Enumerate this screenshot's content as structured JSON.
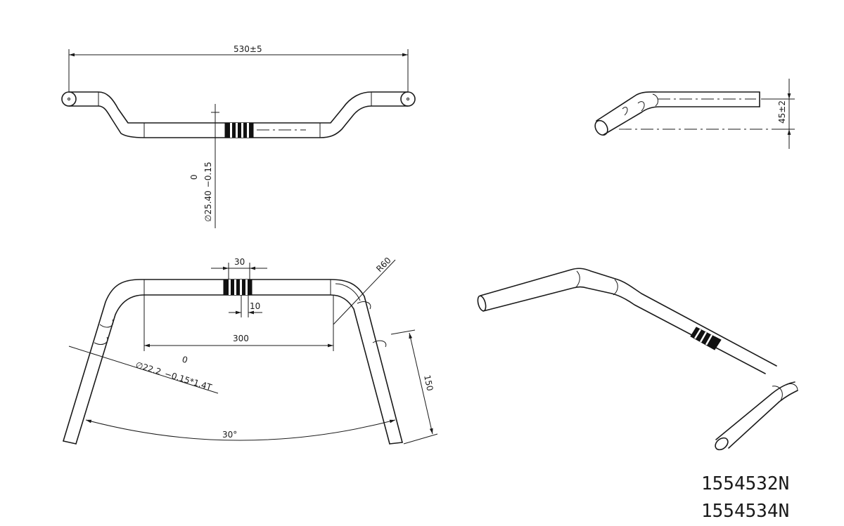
{
  "dimensions": {
    "overall_width": "530",
    "overall_width_tol": "±5",
    "clamp_dia": "∅25.40",
    "clamp_dia_tol_upper": "0",
    "clamp_dia_tol_lower": "−0.15",
    "rise": "45",
    "rise_tol": "±2",
    "knurl_width": "30",
    "ring_width": "10",
    "bend_radius": "R60",
    "flat_length": "300",
    "grip_dia": "∅22.2",
    "grip_dia_tol_upper": "0",
    "grip_dia_tol_lower": "−0.15",
    "wall_thickness": "*1.4T",
    "drop_length": "150",
    "sweep_angle": "30°"
  },
  "part_numbers": [
    "1554532N",
    "1554534N"
  ],
  "colors": {
    "line": "#1a1a1a",
    "background": "#ffffff"
  }
}
